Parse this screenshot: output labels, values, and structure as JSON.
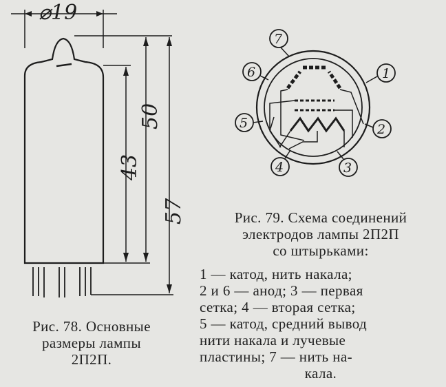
{
  "fig78": {
    "diameter_label": "⌀19",
    "dim_43": "43",
    "dim_50": "50",
    "dim_57": "57",
    "caption_line1": "Рис. 78. Основные",
    "caption_line2": "размеры лампы",
    "caption_line3": "2П2П."
  },
  "fig79": {
    "pins": [
      "1",
      "2",
      "3",
      "4",
      "5",
      "6",
      "7"
    ],
    "caption_line1": "Рис. 79. Схема соединений",
    "caption_line2": "электродов лампы 2П2П",
    "caption_line3": "со штырьками:",
    "legend": [
      "1 — катод, нить накала;",
      "2 и 6 — анод; 3 — первая",
      "сетка; 4 — вторая сетка;",
      "5 — катод, средний вывод",
      "нити накала и лучевые",
      "пластины; 7 — нить на-",
      "кала."
    ]
  }
}
